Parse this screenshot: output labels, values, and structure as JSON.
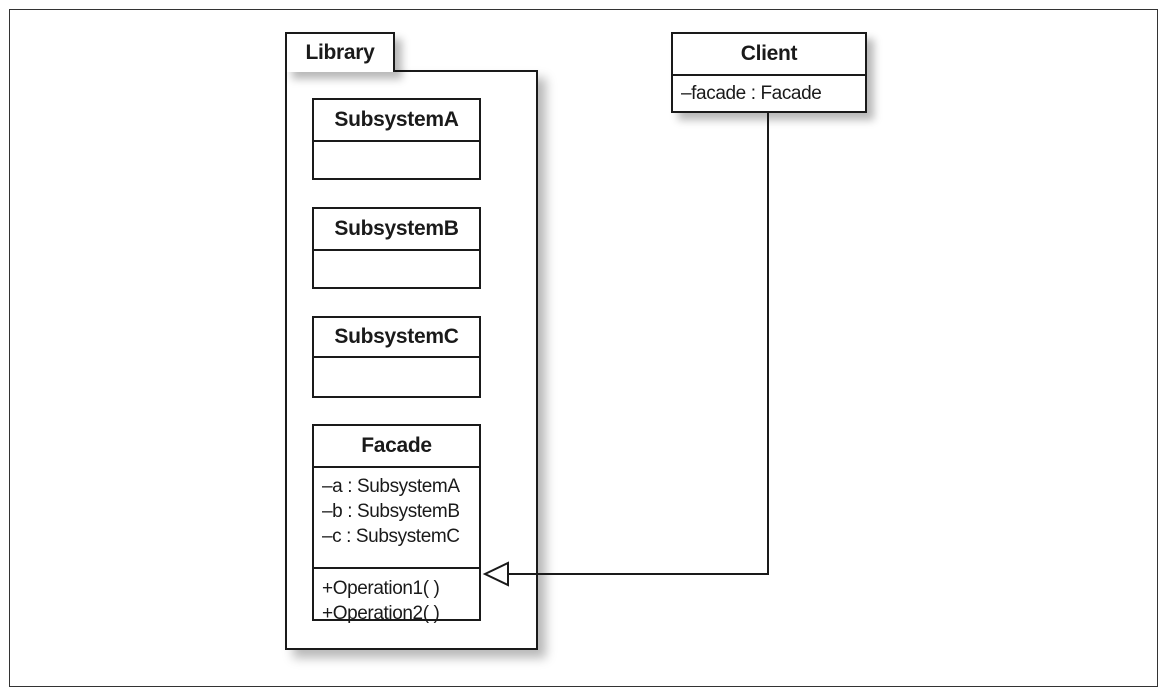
{
  "package": {
    "name": "Library"
  },
  "classes": {
    "subsystem_a": {
      "name": "SubsystemA"
    },
    "subsystem_b": {
      "name": "SubsystemB"
    },
    "subsystem_c": {
      "name": "SubsystemC"
    },
    "facade": {
      "name": "Facade",
      "attributes": [
        "–a : SubsystemA",
        "–b : SubsystemB",
        "–c : SubsystemC"
      ],
      "operations": [
        "+Operation1( )",
        "+Operation2( )"
      ]
    },
    "client": {
      "name": "Client",
      "attributes": [
        "–facade : Facade"
      ]
    }
  },
  "relationships": [
    {
      "from": "Client",
      "to": "Facade",
      "type": "association",
      "arrowhead": "open-triangle"
    }
  ]
}
